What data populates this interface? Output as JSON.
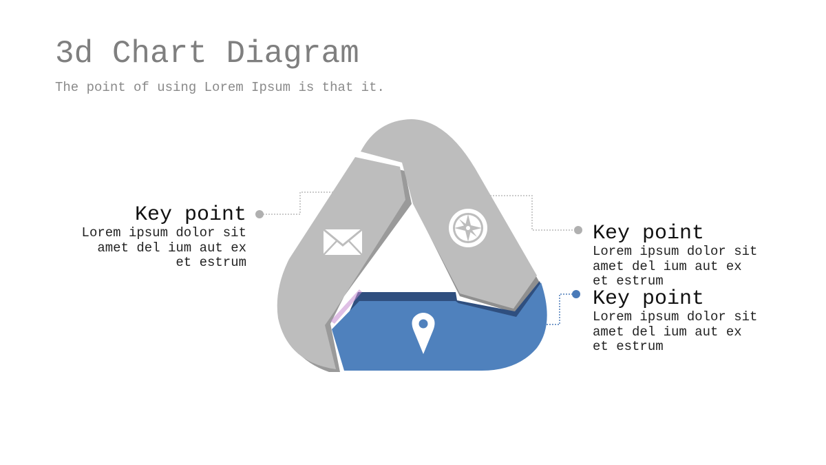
{
  "slide": {
    "title": "3d Chart Diagram",
    "subtitle": "The point of using Lorem Ipsum is that it."
  },
  "diagram": {
    "colors": {
      "segment_gray": "#bdbdbd",
      "segment_gray_dark": "#8f8f8f",
      "segment_blue": "#4f81bd",
      "segment_blue_dark": "#2f4f7f",
      "dot_gray": "#b0b0b0",
      "dot_blue": "#4a7ab8"
    },
    "icons": [
      "mail-icon",
      "compass-icon",
      "location-pin-icon"
    ]
  },
  "key_points": [
    {
      "heading": "Key point",
      "body": "Lorem ipsum dolor sit amet del ium aut ex et estrum"
    },
    {
      "heading": "Key point",
      "body": "Lorem ipsum dolor sit amet del ium aut ex et estrum"
    },
    {
      "heading": "Key point",
      "body": "Lorem ipsum dolor sit amet del ium aut ex et estrum"
    }
  ]
}
